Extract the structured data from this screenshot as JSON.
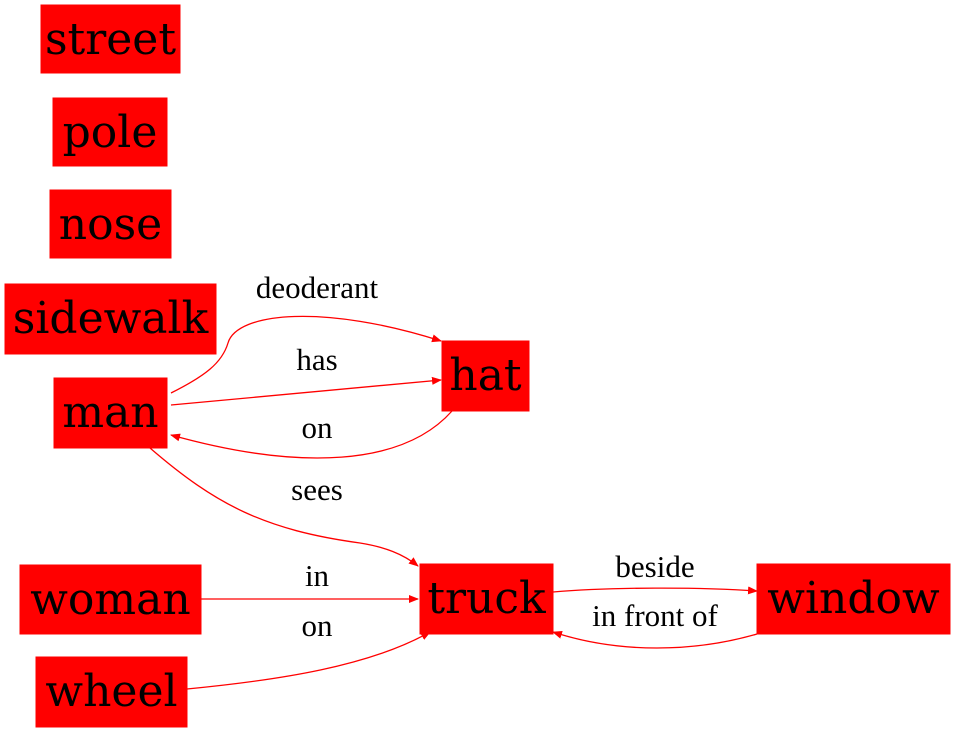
{
  "colors": {
    "node_fill": "#ff0000",
    "edge": "#ff0000",
    "text": "#000000",
    "background": "#ffffff"
  },
  "nodes": [
    {
      "id": "street",
      "label": "street"
    },
    {
      "id": "pole",
      "label": "pole"
    },
    {
      "id": "nose",
      "label": "nose"
    },
    {
      "id": "sidewalk",
      "label": "sidewalk"
    },
    {
      "id": "man",
      "label": "man"
    },
    {
      "id": "hat",
      "label": "hat"
    },
    {
      "id": "woman",
      "label": "woman"
    },
    {
      "id": "wheel",
      "label": "wheel"
    },
    {
      "id": "truck",
      "label": "truck"
    },
    {
      "id": "window",
      "label": "window"
    }
  ],
  "edges": [
    {
      "id": "man-hat-deoderant",
      "from": "man",
      "to": "hat",
      "label": "deoderant"
    },
    {
      "id": "man-hat-has",
      "from": "man",
      "to": "hat",
      "label": "has"
    },
    {
      "id": "hat-man-on",
      "from": "hat",
      "to": "man",
      "label": "on"
    },
    {
      "id": "man-truck-sees",
      "from": "man",
      "to": "truck",
      "label": "sees"
    },
    {
      "id": "woman-truck-in",
      "from": "woman",
      "to": "truck",
      "label": "in"
    },
    {
      "id": "wheel-truck-on",
      "from": "wheel",
      "to": "truck",
      "label": "on"
    },
    {
      "id": "truck-window-beside",
      "from": "truck",
      "to": "window",
      "label": "beside"
    },
    {
      "id": "window-truck-infrontof",
      "from": "window",
      "to": "truck",
      "label": "in front of"
    }
  ]
}
